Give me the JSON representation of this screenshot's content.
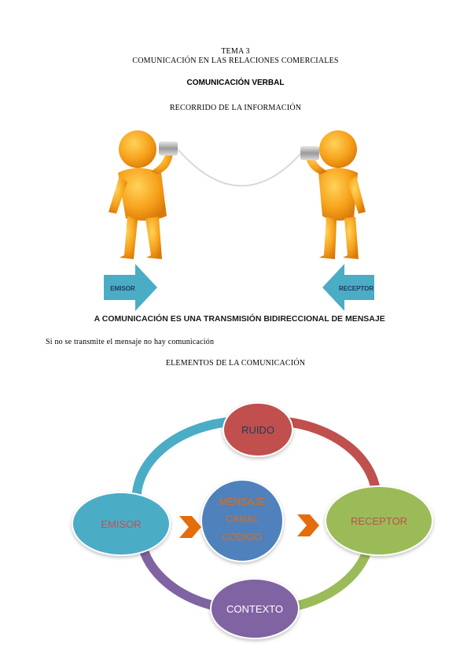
{
  "header": {
    "tema": "TEMA 3",
    "title": "COMUNICACIÓN EN LAS RELACIONES COMERCIALES",
    "subtitle": "COMUNICACIÓN VERBAL",
    "section1": "RECORRIDO DE LA INFORMACIÓN"
  },
  "figure1": {
    "emisor_label": "EMISOR",
    "receptor_label": "RECEPTOR",
    "caption": "LA COMUNICACIÓN ES UNA TRANSMISIÓN BIDIRECCIONAL DE MENSAJES"
  },
  "note": "Si no se transmite el mensaje no hay comunicación",
  "section2": "ELEMENTOS DE LA COMUNICACIÓN",
  "diagram": {
    "ruido": "RUIDO",
    "emisor": "EMISOR",
    "receptor": "RECEPTOR",
    "contexto": "CONTEXTO",
    "center_line1": "MENSAJE",
    "center_line2": "CANAL",
    "center_line3": "CÓDIGO"
  },
  "colors": {
    "teal": "#4bacc6",
    "red": "#c0504d",
    "green": "#9bbb59",
    "purple": "#8064a2",
    "blue": "#4f81bd",
    "orange_arrow": "#e46c0a",
    "figure_orange": "#f5a623"
  }
}
